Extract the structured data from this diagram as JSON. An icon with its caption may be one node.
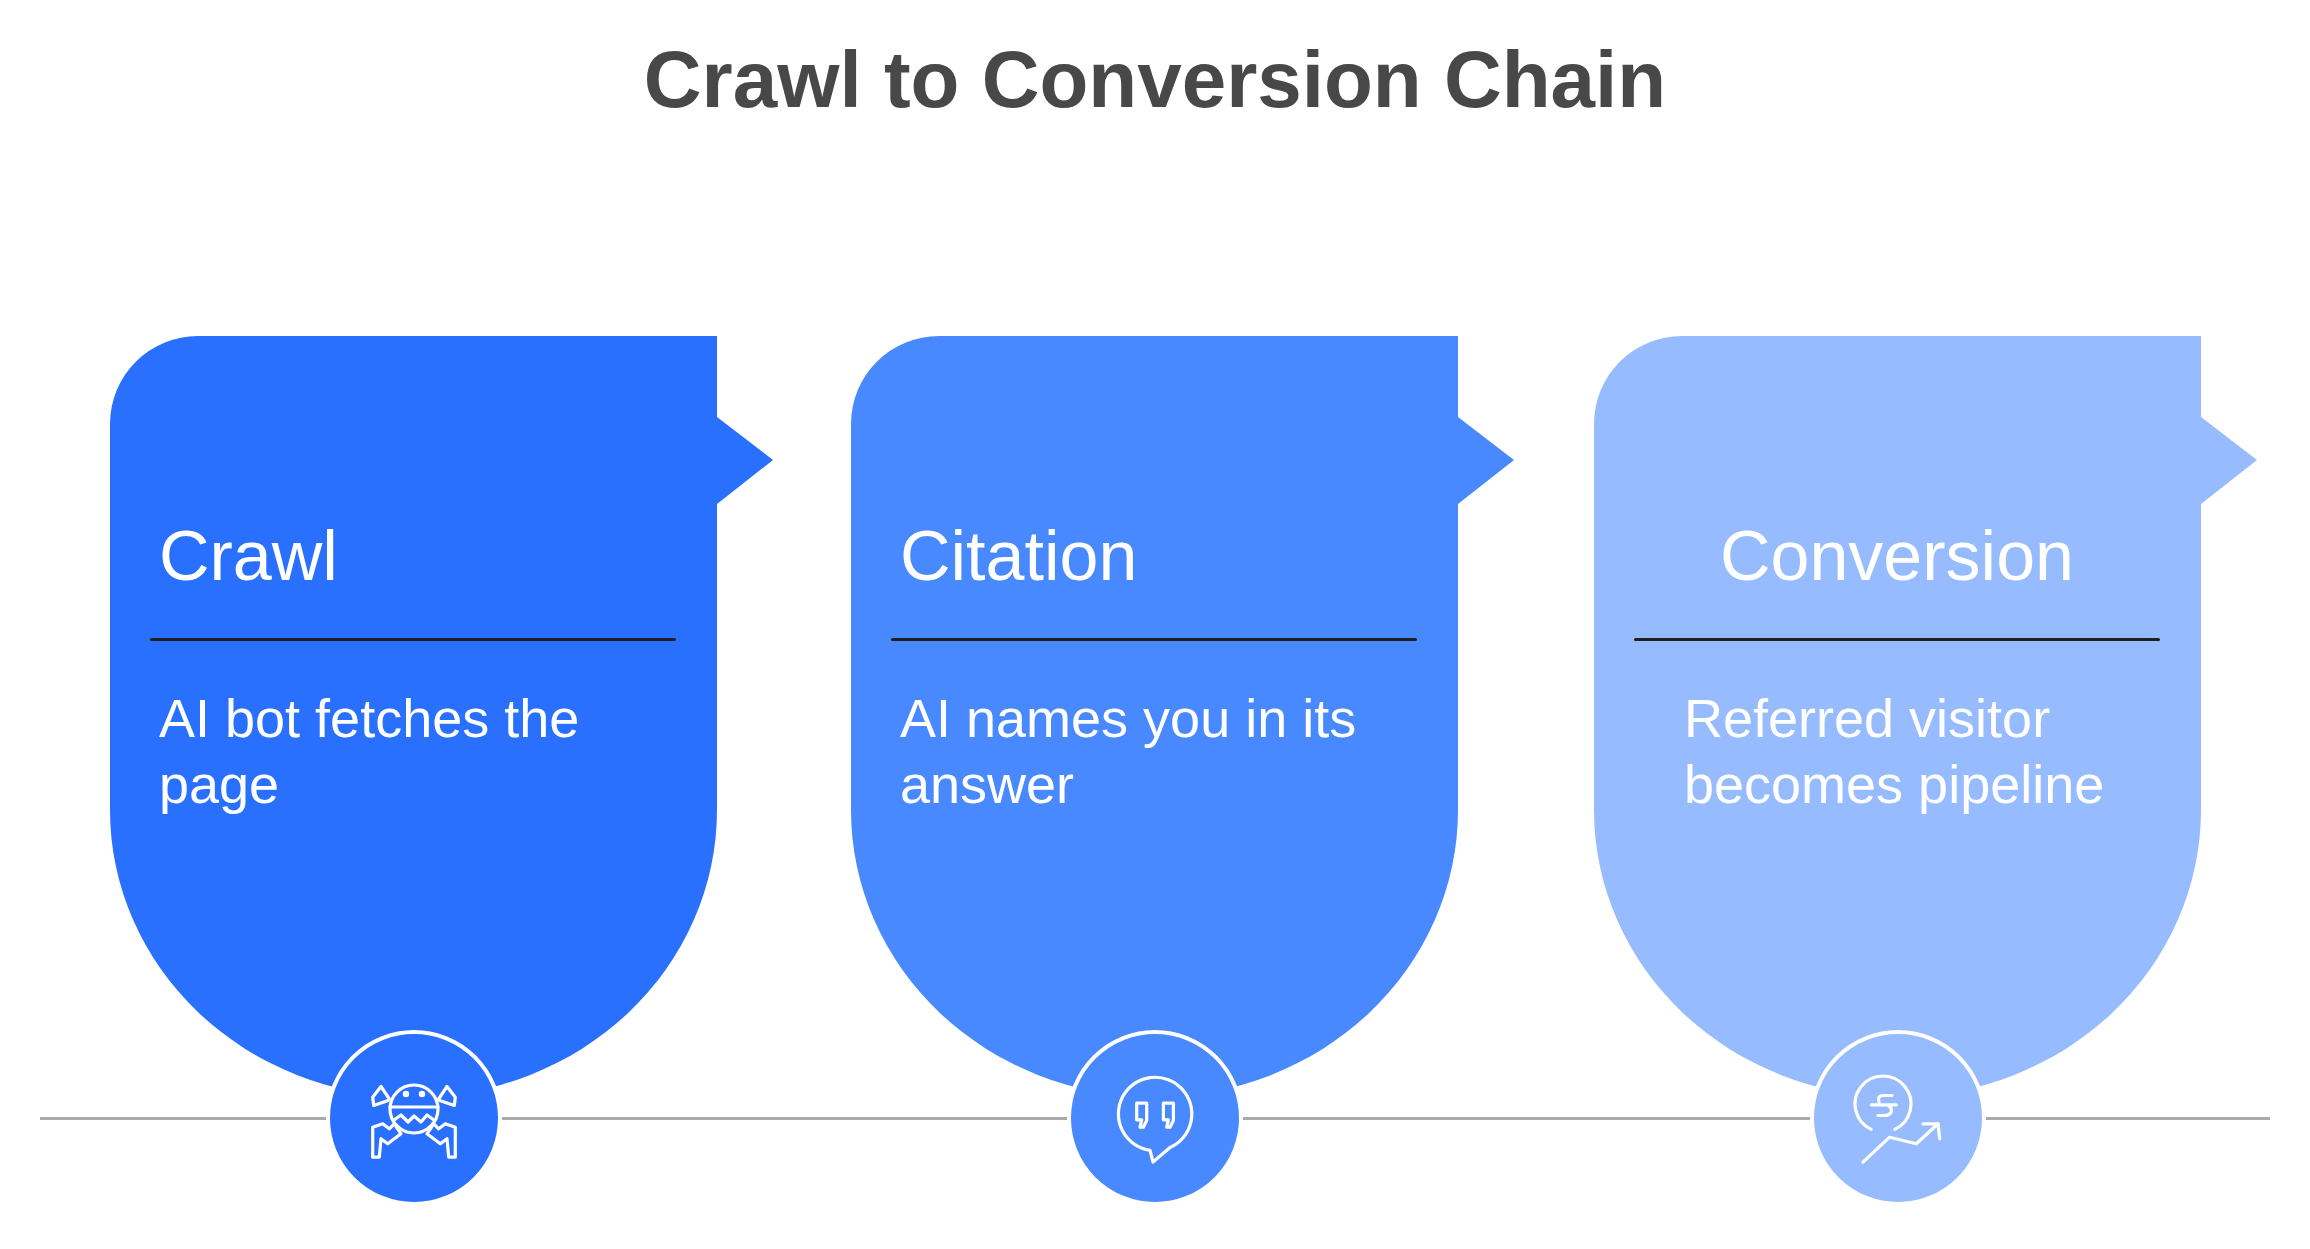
{
  "diagram": {
    "title": "Crawl to Conversion Chain",
    "nodes": [
      {
        "text": [
          "Crawl",
          "AI bot fetches the page"
        ]
      },
      {
        "text": [
          "Citation",
          "AI names you in its answer"
        ]
      },
      {
        "text": [
          "Conversion",
          "Referred visitor becomes pipeline"
        ]
      }
    ]
  }
}
